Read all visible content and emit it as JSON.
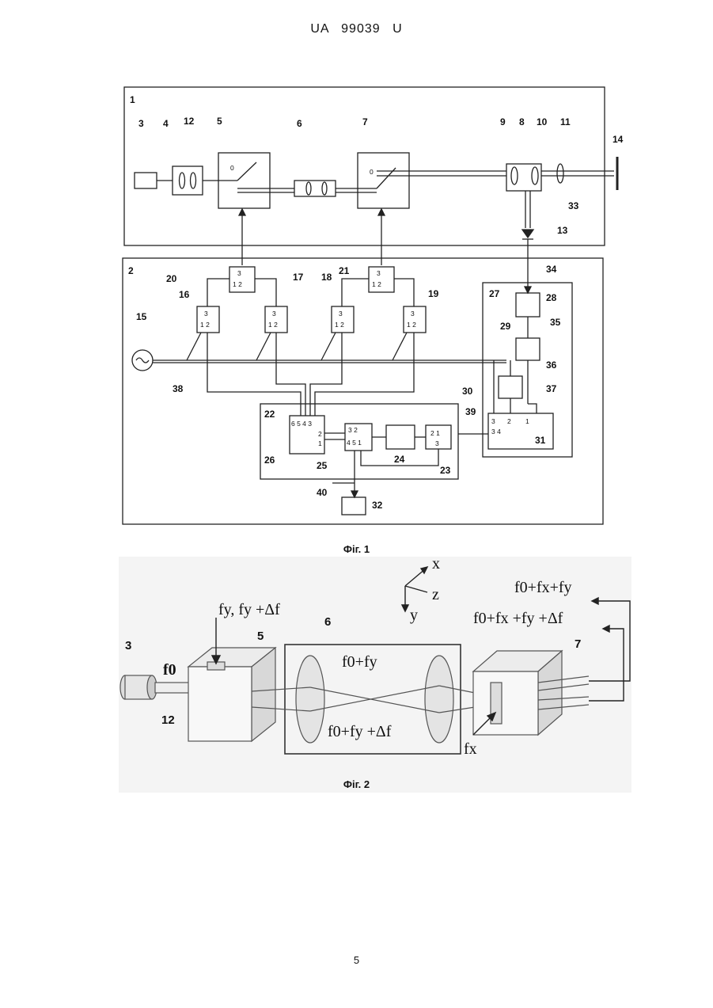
{
  "header": "UA 99039 U",
  "fig1": {
    "caption": "Фіг. 1",
    "unit_labels": [
      "1",
      "2"
    ],
    "labels": [
      "3",
      "4",
      "12",
      "5",
      "6",
      "7",
      "9",
      "8",
      "10",
      "11",
      "14",
      "33",
      "13",
      "34",
      "20",
      "21",
      "16",
      "17",
      "18",
      "19",
      "15",
      "38",
      "27",
      "28",
      "29",
      "35",
      "36",
      "30",
      "37",
      "31",
      "39",
      "22",
      "26",
      "25",
      "24",
      "23",
      "40",
      "32"
    ],
    "pins": {
      "a": "3",
      "b": "1 2",
      "c": "3 2",
      "d": "4 5 1",
      "e": "2 1",
      "f": "3",
      "g": "6 5 4 3",
      "h": "2",
      "i": "1",
      "j": "3 4",
      "k": "2",
      "l": "1",
      "m": "0",
      "n": "1",
      "o": "2"
    }
  },
  "fig2": {
    "caption": "Фіг. 2",
    "axes": {
      "x": "x",
      "z": "z",
      "y": "y"
    },
    "labels": {
      "source": "3",
      "beam": "12",
      "f0": "f0",
      "mod5": "5",
      "mod6": "6",
      "mod7": "7"
    },
    "formulas": {
      "top_in": "fy, fy +Δf",
      "mid_upper": "f0+fy",
      "mid_lower": "f0+fy +Δf",
      "out1": "f0+fx+fy",
      "out2": "f0+fx +fy +Δf",
      "fx": "fx"
    }
  },
  "page_number": "5"
}
